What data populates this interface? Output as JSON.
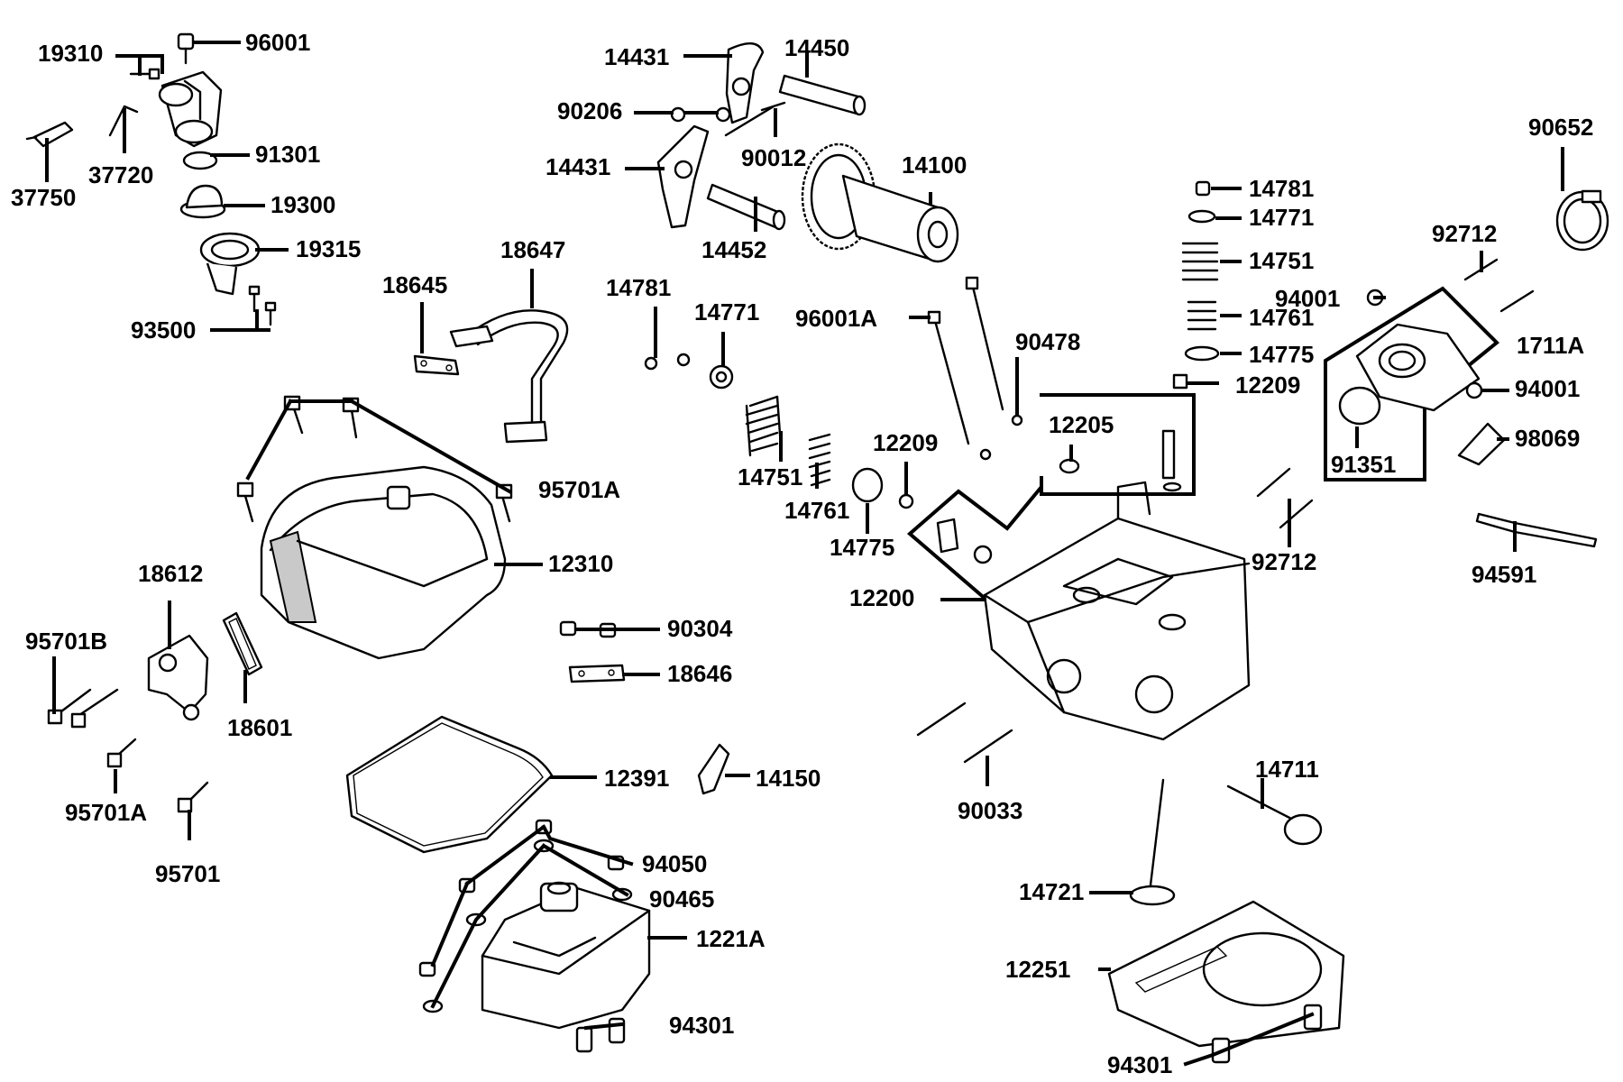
{
  "labels": {
    "p96001_top": "96001",
    "p19310": "19310",
    "p91301": "91301",
    "p37720": "37720",
    "p37750": "37750",
    "p19300": "19300",
    "p19315": "19315",
    "p93500": "93500",
    "p14431_top": "14431",
    "p14450": "14450",
    "p90206": "90206",
    "p90012": "90012",
    "p14431_low": "14431",
    "p14100": "14100",
    "p14452": "14452",
    "p18647": "18647",
    "p18645": "18645",
    "p14781_left": "14781",
    "p14771_left": "14771",
    "p96001A": "96001A",
    "p90478": "90478",
    "p14781_right": "14781",
    "p14771_right": "14771",
    "p14751_right": "14751",
    "p14761_right": "14761",
    "p14775_right": "14775",
    "p12209_right": "12209",
    "p90652": "90652",
    "p92712_top": "92712",
    "p94001_top": "94001",
    "p1711A": "1711A",
    "p94001_low": "94001",
    "p98069": "98069",
    "p91351": "91351",
    "p12205": "12205",
    "p12209_left": "12209",
    "p14751_left": "14751",
    "p14761_left": "14761",
    "p14775_left": "14775",
    "p95701A_top": "95701A",
    "p12310": "12310",
    "p18612": "18612",
    "p92712_low": "92712",
    "p94591": "94591",
    "p12200": "12200",
    "p95701B": "95701B",
    "p90304": "90304",
    "p18646": "18646",
    "p18601": "18601",
    "p95701A_low": "95701A",
    "p95701": "95701",
    "p12391": "12391",
    "p14150": "14150",
    "p90033": "90033",
    "p14711": "14711",
    "p94050": "94050",
    "p90465": "90465",
    "p1221A": "1221A",
    "p14721": "14721",
    "p12251": "12251",
    "p94301_left": "94301",
    "p94301_right": "94301"
  }
}
